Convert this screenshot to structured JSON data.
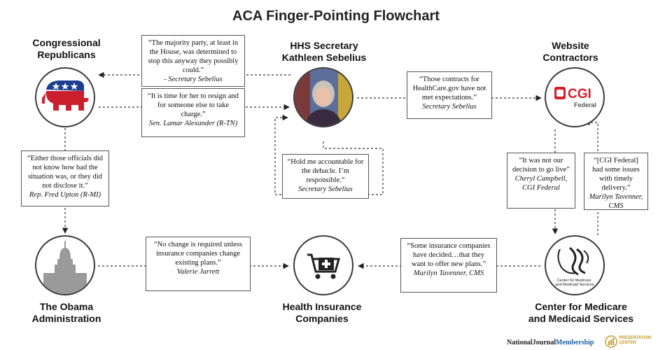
{
  "title": "ACA Finger-Pointing Flowchart",
  "nodes": {
    "republicans": "Congressional\nRepublicans",
    "hhs": "HHS Secretary\nKathleen Sebelius",
    "contractors": "Website\nContractors",
    "obama": "The Obama\nAdministration",
    "insurance": "Health Insurance\nCompanies",
    "cms": "Center for Medicare\nand Medicaid Services"
  },
  "logos": {
    "cgi": "CGI",
    "cgi_sub": "Federal",
    "cms_seal_caption": "Center for Medicare\nand Medicaid Services"
  },
  "quotes": {
    "q1": {
      "text": "“The majority party, at least in the House, was determined to stop this anyway they possibly could.”",
      "attr": "- Secretary Sebelius"
    },
    "q2": {
      "text": "“It is time for her to resign and for someone else to take charge.”",
      "attr": "Sen. Lamar Alexander (R-TN)"
    },
    "q3": {
      "text": "“Those contracts for HealthCare.gov have not met expectations.”",
      "attr": "Secretary Sebelius"
    },
    "q4": {
      "text": "“Either those officials did not know how bad the situation was, or they did not disclose it.”",
      "attr": "Rep. Fred Upton (R-MI)"
    },
    "q5": {
      "text": "“Hold me accountable for the debacle. I’m responsible.“",
      "attr": "Secretary Sebelius"
    },
    "q6": {
      "text": "“It was not our decision to go live”",
      "attr": "Cheryl Campbell, CGI Federal"
    },
    "q7": {
      "text": "“[CGI Federal] had some issues with timely delivery.”",
      "attr": "Marilyn Tavenner, CMS"
    },
    "q8": {
      "text": "“No change is required unless insurance companies change existing plans.”",
      "attr": "Valerie Jarrett"
    },
    "q9": {
      "text": "“Some insurance companies have decided…that they want to offer new plans.”",
      "attr": "Marilyn Tavenner, CMS"
    }
  },
  "footer": {
    "nj_main": "NationalJournal",
    "nj_member": "Membership",
    "pc": "PRESENTATION\nCENTER"
  },
  "colors": {
    "gop_red": "#cc1f2d",
    "gop_blue": "#1d3f8f",
    "cgi_red": "#d51f2a",
    "capitol_gray": "#9a9a9a"
  }
}
